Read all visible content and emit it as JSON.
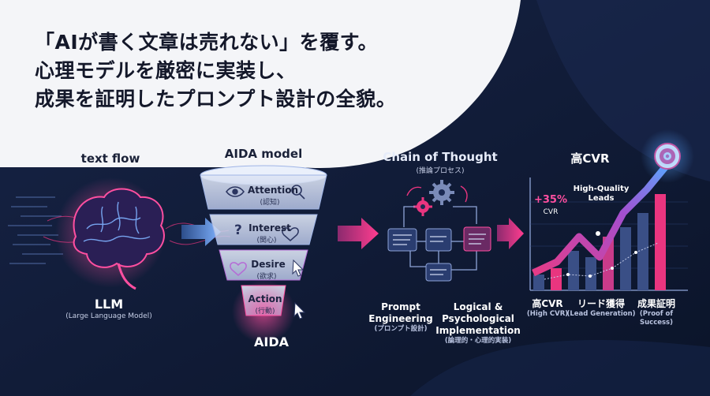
{
  "headline": {
    "line1": "「AIが書く文章は売れない」を覆す。",
    "line2": "心理モデルを厳密に実装し、",
    "line3": "成果を証明したプロンプト設計の全貌。"
  },
  "sections": {
    "text_flow": {
      "title": "text flow",
      "name": "LLM",
      "sub": "(Large Language Model)"
    },
    "aida": {
      "title": "AIDA model",
      "label": "AIDA",
      "stages": [
        {
          "en": "Attention",
          "jp": "(認知)"
        },
        {
          "en": "Interest",
          "jp": "(関心)"
        },
        {
          "en": "Desire",
          "jp": "(欲求)"
        },
        {
          "en": "Action",
          "jp": "(行動)"
        }
      ]
    },
    "cot": {
      "title": "Chain of Thought",
      "sub": "(推論プロセス)",
      "left_label": [
        "Prompt",
        "Engineering"
      ],
      "left_sub": "(プロンプト設計)",
      "right_label": [
        "Logical &",
        "Psychological",
        "Implementation"
      ],
      "right_sub": "(論理的・心理的実装)"
    },
    "cvr": {
      "title": "高CVR",
      "badge_value": "+35%",
      "badge_label": "CVR",
      "annotation": [
        "High-Quality",
        "Leads"
      ],
      "metrics": [
        {
          "title": "高CVR",
          "sub": [
            "(High CVR)"
          ]
        },
        {
          "title": "リード獲得",
          "sub": [
            "(Lead Generation)"
          ]
        },
        {
          "title": "成果証明",
          "sub": [
            "(Proof of",
            "Success)"
          ]
        }
      ]
    }
  },
  "icons": [
    "brain-icon",
    "eye-icon",
    "magnifier-icon",
    "question-icon",
    "heart-icon",
    "cursor-icon",
    "gear-icon",
    "target-icon",
    "arrow-icon"
  ],
  "colors": {
    "background": "#0f1a33",
    "accent_pink": "#e9357f",
    "accent_blue": "#5aa6ff",
    "headline_bg": "#f4f5f8"
  }
}
